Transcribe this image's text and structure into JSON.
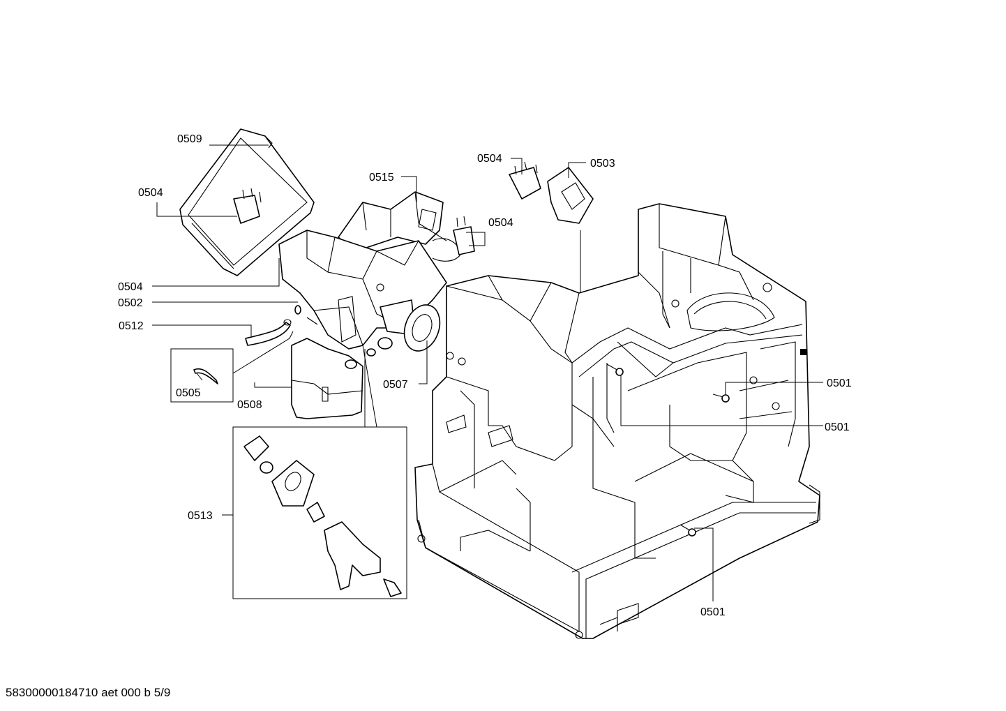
{
  "labels": {
    "l0509": "0509",
    "l0504a": "0504",
    "l0515": "0515",
    "l0504b": "0504",
    "l0503": "0503",
    "l0504c": "0504",
    "l0504d": "0504",
    "l0502": "0502",
    "l0512": "0512",
    "l0505": "0505",
    "l0508": "0508",
    "l0507": "0507",
    "l0513": "0513",
    "l0501a": "0501",
    "l0501b": "0501",
    "l0501c": "0501"
  },
  "footer": "58300000184710 aet 000 b 5/9"
}
